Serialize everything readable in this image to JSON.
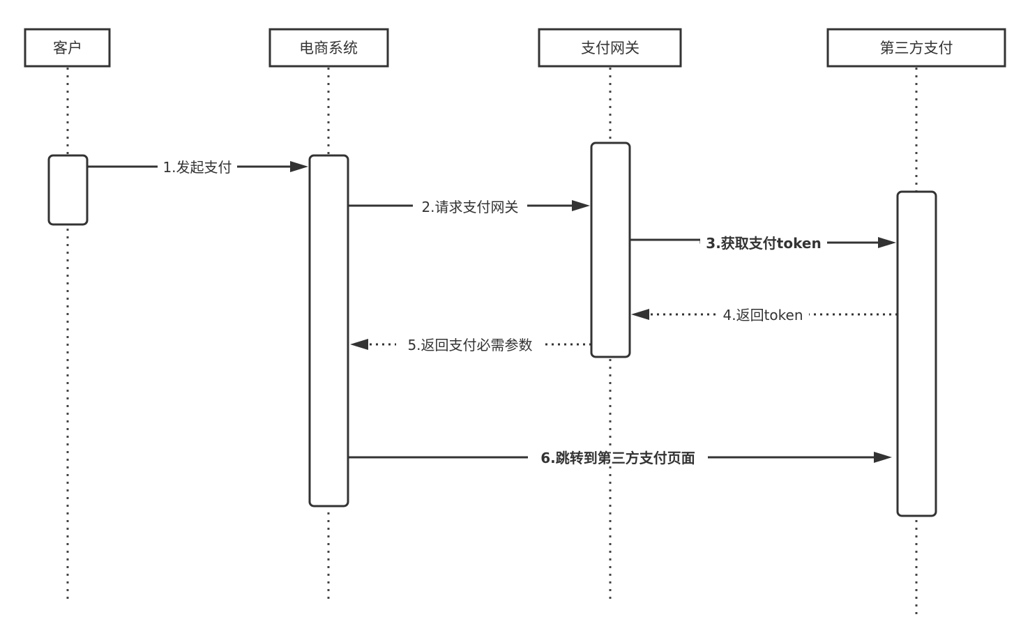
{
  "diagram": {
    "type": "sequence",
    "colors": {
      "stroke": "#333333",
      "background": "#ffffff"
    },
    "actors": [
      {
        "id": "customer",
        "label": "客户"
      },
      {
        "id": "ecommerce",
        "label": "电商系统"
      },
      {
        "id": "gateway",
        "label": "支付网关"
      },
      {
        "id": "thirdparty",
        "label": "第三方支付"
      }
    ],
    "messages": [
      {
        "label": "1.发起支付",
        "from": "customer",
        "to": "ecommerce",
        "style": "solid",
        "bold": false
      },
      {
        "label": "2.请求支付网关",
        "from": "ecommerce",
        "to": "gateway",
        "style": "solid",
        "bold": false
      },
      {
        "label": "3.获取支付token",
        "from": "gateway",
        "to": "thirdparty",
        "style": "solid",
        "bold": true
      },
      {
        "label": "4.返回token",
        "from": "thirdparty",
        "to": "gateway",
        "style": "dotted",
        "bold": false
      },
      {
        "label": "5.返回支付必需参数",
        "from": "gateway",
        "to": "ecommerce",
        "style": "dotted",
        "bold": false
      },
      {
        "label": "6.跳转到第三方支付页面",
        "from": "ecommerce",
        "to": "thirdparty",
        "style": "solid",
        "bold": true
      }
    ]
  }
}
